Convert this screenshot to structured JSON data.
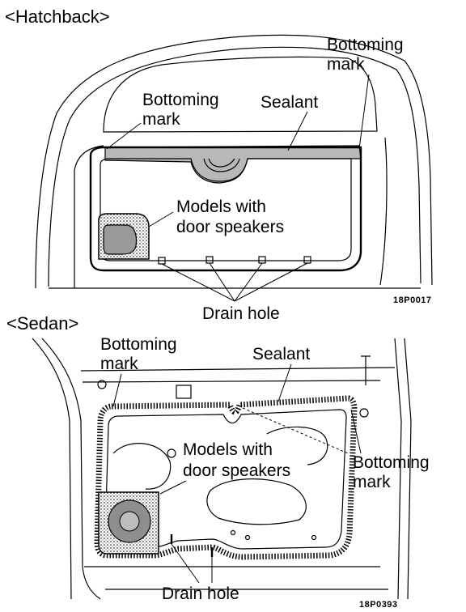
{
  "hatchback": {
    "title": "<Hatchback>",
    "bottoming_mark_right": [
      "Bottoming",
      "mark"
    ],
    "bottoming_mark_left": [
      "Bottoming",
      "mark"
    ],
    "sealant": "Sealant",
    "speakers": [
      "Models with",
      "door speakers"
    ],
    "drain_hole": "Drain hole",
    "code": "18P0017"
  },
  "sedan": {
    "title": "<Sedan>",
    "bottoming_mark_left": [
      "Bottoming",
      "mark"
    ],
    "sealant": "Sealant",
    "speakers": [
      "Models with",
      "door speakers"
    ],
    "bottoming_mark_right": [
      "Bottoming",
      "mark"
    ],
    "drain_hole": "Drain hole",
    "code": "18P0393"
  }
}
